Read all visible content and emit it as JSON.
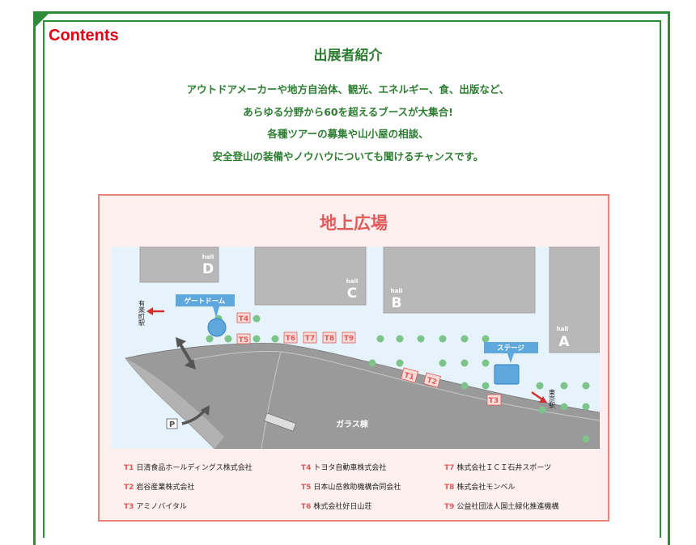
{
  "header": {
    "contents_label": "Contents",
    "title": "出展者紹介",
    "description": [
      "アウトドアメーカーや地方自治体、観光、エネルギー、食、出版など、",
      "あらゆる分野から60を超えるブースが大集合!",
      "各種ツアーの募集や山小屋の相談、",
      "安全登山の装備やノウハウについても聞けるチャンスです。"
    ]
  },
  "map": {
    "title": "地上広場",
    "halls": [
      {
        "hall": "hall",
        "letter": "D"
      },
      {
        "hall": "hall",
        "letter": "C"
      },
      {
        "hall": "hall",
        "letter": "B"
      },
      {
        "hall": "hall",
        "letter": "A"
      }
    ],
    "gate_dome": "ゲートドーム",
    "stage": "ステージ",
    "building": "ガラス棟",
    "parking": "P",
    "station_yurakucho": "有楽町駅",
    "station_tokyo": "東京駅",
    "booth_tags": [
      "T1",
      "T2",
      "T3",
      "T4",
      "T5",
      "T6",
      "T7",
      "T8",
      "T9"
    ],
    "colors": {
      "booth": "#e05a5a",
      "tree": "#7cc48a",
      "hall": "#b8b8b8",
      "ground": "#e6f3fa",
      "frame": "#2e8b3a"
    }
  },
  "legend": [
    {
      "code": "T1",
      "name": "日清食品ホールディングス株式会社"
    },
    {
      "code": "T2",
      "name": "岩谷産業株式会社"
    },
    {
      "code": "T3",
      "name": "アミノバイタル"
    },
    {
      "code": "T4",
      "name": "トヨタ自動車株式会社"
    },
    {
      "code": "T5",
      "name": "日本山岳救助機構合同会社"
    },
    {
      "code": "T6",
      "name": "株式会社好日山荘"
    },
    {
      "code": "T7",
      "name": "株式会社ＩＣＩ石井スポーツ"
    },
    {
      "code": "T8",
      "name": "株式会社モンベル"
    },
    {
      "code": "T9",
      "name": "公益社団法人国土緑化推進機構"
    }
  ]
}
